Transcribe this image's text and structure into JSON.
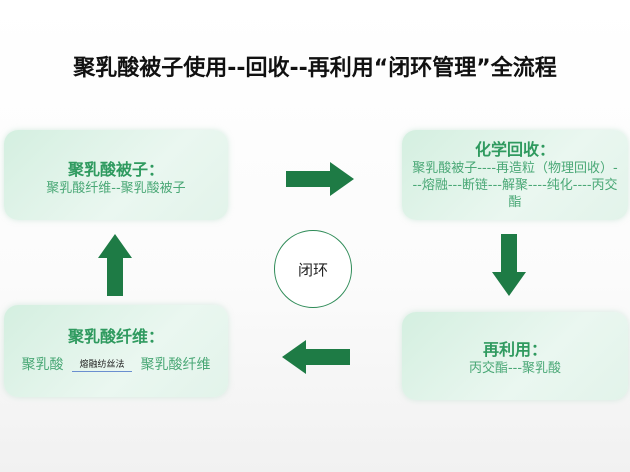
{
  "title": "聚乳酸被子使用--回收--再利用“闭环管理”全流程",
  "center_label": "闭环",
  "boxes": {
    "quilt": {
      "heading": "聚乳酸被子：",
      "body": "聚乳酸纤维--聚乳酸被子"
    },
    "chemical_recycling": {
      "heading": "化学回收：",
      "body": "聚乳酸被子----再造粒（物理回收）---熔融---断链---解聚----纯化----丙交酯"
    },
    "reuse": {
      "heading": "再利用：",
      "body": "丙交酯---聚乳酸"
    },
    "fiber": {
      "heading": "聚乳酸纤维：",
      "from": "聚乳酸",
      "process": "熔融纺丝法",
      "to": "聚乳酸纤维"
    }
  },
  "colors": {
    "arrow": "#1e7b45",
    "heading": "#2f9a5f",
    "text": "#4aa876"
  }
}
